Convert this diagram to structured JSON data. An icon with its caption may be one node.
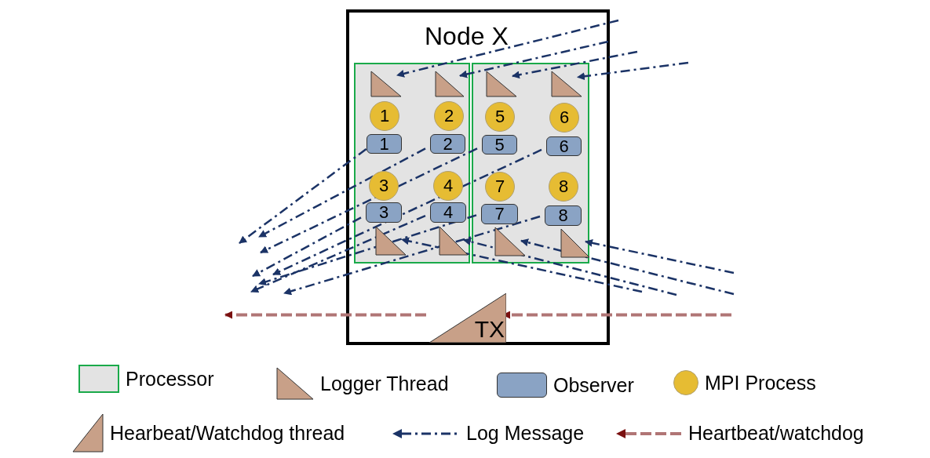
{
  "diagram": {
    "nodes": [
      {
        "text": [
          "Node X"
        ]
      },
      {
        "text": [],
        "shape": "box",
        "in": 0
      },
      {
        "text": [],
        "shape": "box",
        "in": 0
      },
      {
        "text": [],
        "shape": "triangle",
        "in": 1
      },
      {
        "text": [],
        "shape": "triangle",
        "in": 1
      },
      {
        "text": [],
        "shape": "triangle",
        "in": 2
      },
      {
        "text": [],
        "shape": "triangle",
        "in": 2
      },
      {
        "text": [
          "1"
        ],
        "in": 1
      },
      {
        "text": [
          "2"
        ],
        "in": 1
      },
      {
        "text": [
          "5"
        ],
        "in": 2
      },
      {
        "text": [
          "6"
        ],
        "in": 2
      },
      {
        "text": [
          "1"
        ],
        "in": 1
      },
      {
        "text": [
          "2"
        ],
        "in": 1
      },
      {
        "text": [
          "5"
        ],
        "in": 2
      },
      {
        "text": [
          "6"
        ],
        "in": 2
      },
      {
        "text": [
          "3"
        ],
        "in": 1
      },
      {
        "text": [
          "4"
        ],
        "in": 1
      },
      {
        "text": [
          "7"
        ],
        "in": 2
      },
      {
        "text": [
          "8"
        ],
        "in": 2
      },
      {
        "text": [
          "3"
        ],
        "in": 1
      },
      {
        "text": [
          "4"
        ],
        "in": 1
      },
      {
        "text": [
          "7"
        ],
        "in": 2
      },
      {
        "text": [
          "8"
        ],
        "in": 2
      },
      {
        "text": [],
        "shape": "triangle",
        "in": 1
      },
      {
        "text": [],
        "shape": "triangle",
        "in": 1
      },
      {
        "text": [],
        "shape": "triangle",
        "in": 2
      },
      {
        "text": [],
        "shape": "triangle",
        "in": 2
      },
      {
        "text": [
          "TX"
        ],
        "in": 0
      }
    ],
    "edges": [
      {
        "from": null,
        "to": 3,
        "arrow": "to"
      },
      {
        "from": null,
        "to": 4,
        "arrow": "to"
      },
      {
        "from": null,
        "to": 5,
        "arrow": "to"
      },
      {
        "from": null,
        "to": 6,
        "arrow": "to"
      },
      {
        "from": null,
        "to": 23,
        "arrow": "to"
      },
      {
        "from": null,
        "to": 24,
        "arrow": "to"
      },
      {
        "from": null,
        "to": 25,
        "arrow": "to"
      },
      {
        "from": null,
        "to": 26,
        "arrow": "to"
      },
      {
        "from": 11,
        "to": null,
        "arrow": "to"
      },
      {
        "from": 12,
        "to": null,
        "arrow": "to"
      },
      {
        "from": 13,
        "to": null,
        "arrow": "to"
      },
      {
        "from": 14,
        "to": null,
        "arrow": "to"
      },
      {
        "from": 19,
        "to": null,
        "arrow": "to"
      },
      {
        "from": 20,
        "to": null,
        "arrow": "to"
      },
      {
        "from": 21,
        "to": null,
        "arrow": "to"
      },
      {
        "from": 22,
        "to": null,
        "arrow": "to"
      },
      {
        "from": 27,
        "to": null,
        "arrow": "to",
        "style": "dashed",
        "color": "#b07575"
      },
      {
        "from": null,
        "to": 27,
        "arrow": "to",
        "style": "dashed",
        "color": "#b07575"
      }
    ],
    "legend": [
      {
        "text": "Processor"
      },
      {
        "text": "Logger Thread"
      },
      {
        "text": "Observer"
      },
      {
        "text": "MPI Process"
      },
      {
        "text": "Hearbeat/Watchdog thread"
      },
      {
        "text": "Log Message"
      },
      {
        "text": "Heartbeat/watchdog"
      }
    ]
  }
}
